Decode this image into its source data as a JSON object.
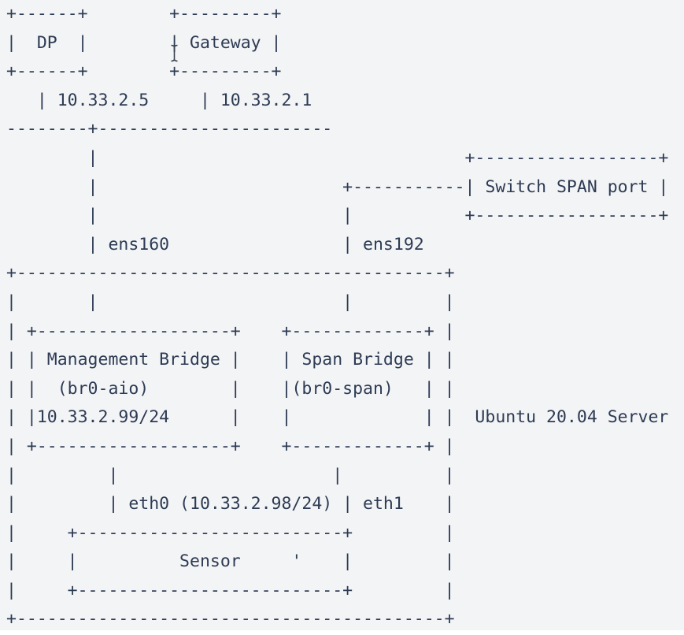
{
  "diagram": {
    "lines": [
      "+------+        +---------+",
      "|  DP  |        | Gateway |",
      "+------+        +---------+",
      "   | 10.33.2.5     | 10.33.2.1",
      "--------+-----------------------",
      "        |                                    +------------------+",
      "        |                        +-----------| Switch SPAN port |",
      "        |                        |           +------------------+",
      "        | ens160                 | ens192",
      "+------------------------------------------+",
      "|       |                        |         |",
      "| +-------------------+    +-------------+ |",
      "| | Management Bridge |    | Span Bridge | |",
      "| |  (br0-aio)        |    |(br0-span)   | |",
      "| |10.33.2.99/24      |    |             | |  Ubuntu 20.04 Server",
      "| +-------------------+    +-------------+ |",
      "|         |                     |          |",
      "|         | eth0 (10.33.2.98/24) | eth1    |",
      "|     +--------------------------+         |",
      "|     |          Sensor     '    |         |",
      "|     +--------------------------+         |",
      "+------------------------------------------+"
    ],
    "labels": {
      "dp_node": "DP",
      "gateway_node": "Gateway",
      "dp_ip": "10.33.2.5",
      "gateway_ip": "10.33.2.1",
      "switch_span_node": "Switch SPAN port",
      "mgmt_interface": "ens160",
      "span_interface": "ens192",
      "mgmt_bridge_name": "Management Bridge",
      "mgmt_bridge_dev": "(br0-aio)",
      "mgmt_bridge_ip": "10.33.2.99/24",
      "span_bridge_name": "Span Bridge",
      "span_bridge_dev": "(br0-span)",
      "server_label": "Ubuntu 20.04 Server",
      "sensor_eth0": "eth0 (10.33.2.98/24)",
      "sensor_eth1": "eth1",
      "sensor_node": "Sensor"
    }
  },
  "colors": {
    "block_background": "#f3f4f6",
    "page_background": "#ffffff",
    "text": "#2d3b53",
    "cursor": "#3b4350"
  }
}
